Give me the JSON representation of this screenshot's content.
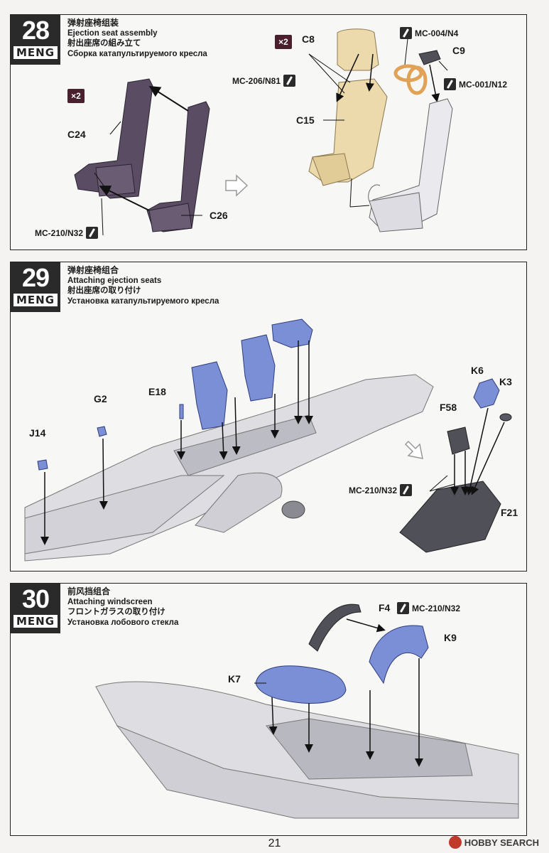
{
  "brand": "MENG",
  "page_number": "21",
  "watermark": "HOBBY SEARCH",
  "steps": [
    {
      "number": "28",
      "title_cn": "弹射座椅组装",
      "title_en": "Ejection seat assembly",
      "title_jp": "射出座席の組み立て",
      "title_ru": "Сборка катапультируемого кресла",
      "multiplier_left": "×2",
      "multiplier_right": "×2",
      "parts": {
        "c24": "C24",
        "c26": "C26",
        "c8": "C8",
        "c15": "C15",
        "c9": "C9"
      },
      "paint_codes": {
        "mc210": "MC-210/N32",
        "mc206": "MC-206/N81",
        "mc004": "MC-004/N4",
        "mc001": "MC-001/N12"
      }
    },
    {
      "number": "29",
      "title_cn": "弹射座椅组合",
      "title_en": "Attaching ejection seats",
      "title_jp": "射出座席の取り付け",
      "title_ru": "Установка катапультируемого кресла",
      "parts": {
        "k6": "K6",
        "k3": "K3",
        "f58": "F58",
        "e18": "E18",
        "g2": "G2",
        "j14": "J14",
        "f21": "F21"
      },
      "paint_codes": {
        "mc210": "MC-210/N32"
      }
    },
    {
      "number": "30",
      "title_cn": "前风挡组合",
      "title_en": "Attaching windscreen",
      "title_jp": "フロントガラスの取り付け",
      "title_ru": "Установка лобового стекла",
      "parts": {
        "f4": "F4",
        "k9": "K9",
        "k7": "K7"
      },
      "paint_codes": {
        "mc210": "MC-210/N32"
      }
    }
  ],
  "colors": {
    "seat_dark": "#5a4d63",
    "seat_sand": "#ecd9ac",
    "seat_light": "#e9e9ee",
    "blue_part": "#7b8fd6",
    "hull": "#d9d9dd",
    "dark_part": "#505058",
    "orange_belt": "#e0a257"
  }
}
